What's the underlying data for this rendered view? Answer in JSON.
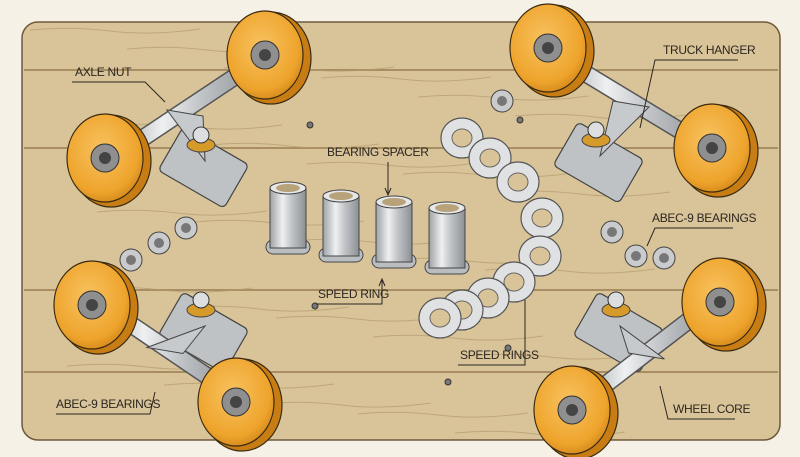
{
  "labels": {
    "axle_nut": "AXLE NUT",
    "truck_hanger": "TRUCK HANGER",
    "bearing_spacer": "BEARING SPACER",
    "abec_bearings_right": "ABEC-9 BEARINGS",
    "speed_ring": "SPEED RING",
    "speed_rings": "SPEED RINGS",
    "abec_bearings_left": "ABEC-9 BEARINGS",
    "wheel_core": "WHEEL CORE"
  },
  "colors": {
    "wood": "#d9c49a",
    "wood_dark": "#a88e62",
    "wheel": "#f0a830",
    "wheel_dark": "#c77d14",
    "metal": "#c9cbcd",
    "ink": "#2b2620"
  }
}
